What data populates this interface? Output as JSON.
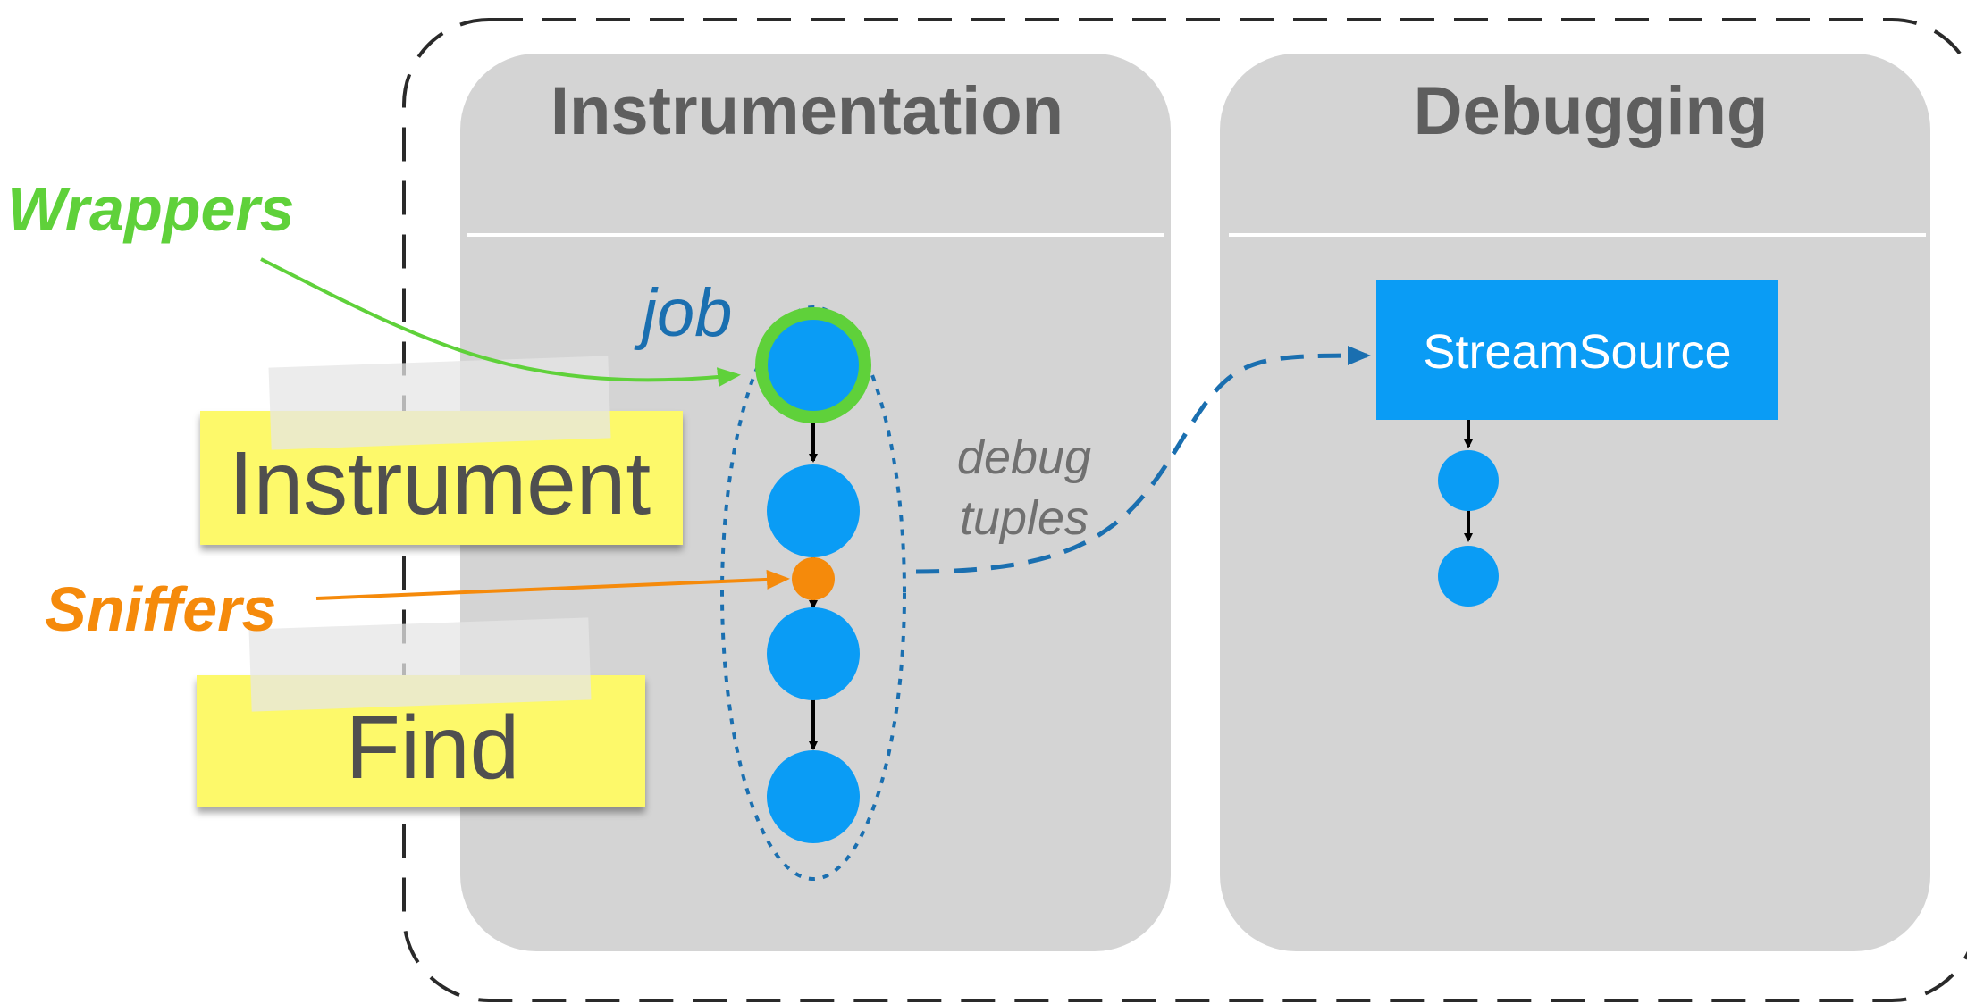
{
  "panels": {
    "instrumentation": {
      "title": "Instrumentation"
    },
    "debugging": {
      "title": "Debugging"
    }
  },
  "labels": {
    "wrappers": "Wrappers",
    "sniffers": "Sniffers",
    "job": "job",
    "debug_line1": "debug",
    "debug_line2": "tuples",
    "stream_source": "StreamSource"
  },
  "sticky_notes": {
    "instrument": "Instrument",
    "find": "Find"
  },
  "colors": {
    "panel": "#d4d4d4",
    "node": "#0a9cf5",
    "wrapper": "#5fd13a",
    "sniffer": "#f58a0b",
    "job_outline": "#1a6fb0",
    "sticky": "#fdf96a",
    "tape": "#e6e6e6"
  }
}
